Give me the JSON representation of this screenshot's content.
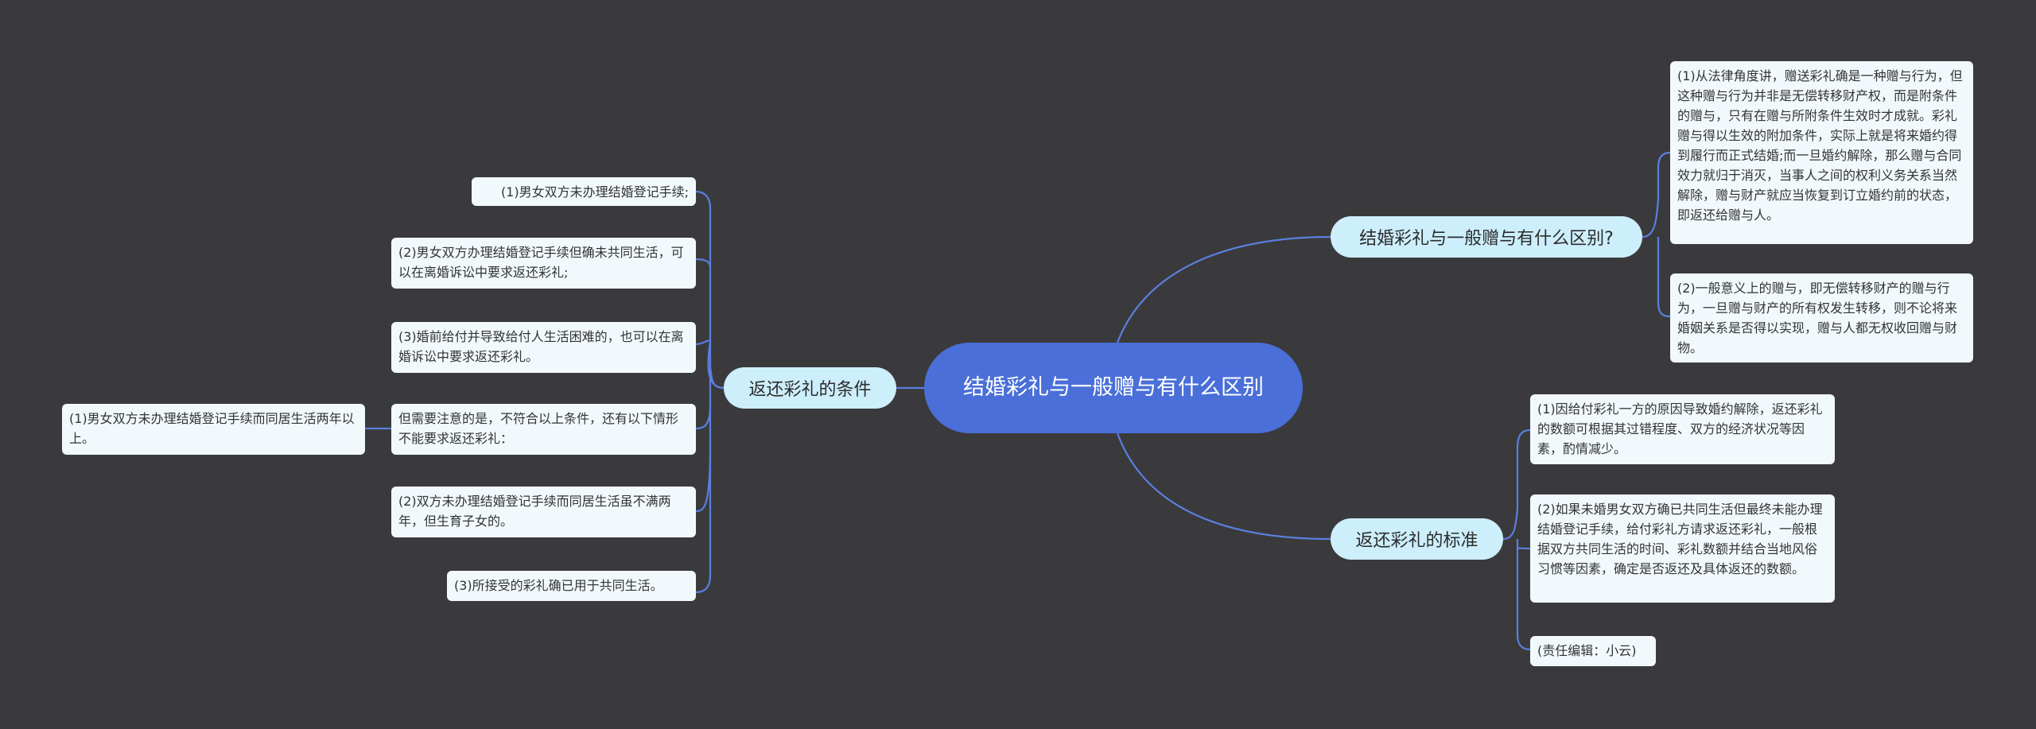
{
  "root": {
    "title": "结婚彩礼与一般赠与有什么区别"
  },
  "branches": {
    "left": {
      "label": "返还彩礼的条件",
      "items": [
        {
          "text": "(1)男女双方未办理结婚登记手续;"
        },
        {
          "text": "(2)男女双方办理结婚登记手续但确未共同生活，可以在离婚诉讼中要求返还彩礼;"
        },
        {
          "text": "(3)婚前给付并导致给付人生活困难的，也可以在离婚诉讼中要求返还彩礼。"
        },
        {
          "text": "但需要注意的是，不符合以上条件，还有以下情形不能要求返还彩礼：",
          "child": "(1)男女双方未办理结婚登记手续而同居生活两年以上。"
        },
        {
          "text": "(2)双方未办理结婚登记手续而同居生活虽不满两年，但生育子女的。"
        },
        {
          "text": "(3)所接受的彩礼确已用于共同生活。"
        }
      ]
    },
    "right_top": {
      "label": "结婚彩礼与一般赠与有什么区别?",
      "items": [
        {
          "text": "(1)从法律角度讲，赠送彩礼确是一种赠与行为，但这种赠与行为并非是无偿转移财产权，而是附条件的赠与，只有在赠与所附条件生效时才成就。彩礼赠与得以生效的附加条件，实际上就是将来婚约得到履行而正式结婚;而一旦婚约解除，那么赠与合同效力就归于消灭，当事人之间的权利义务关系当然解除，赠与财产就应当恢复到订立婚约前的状态，即返还给赠与人。"
        },
        {
          "text": "(2)一般意义上的赠与，即无偿转移财产的赠与行为，一旦赠与财产的所有权发生转移，则不论将来婚姻关系是否得以实现，赠与人都无权收回赠与财物。"
        }
      ]
    },
    "right_bottom": {
      "label": "返还彩礼的标准",
      "items": [
        {
          "text": "(1)因给付彩礼一方的原因导致婚约解除，返还彩礼的数额可根据其过错程度、双方的经济状况等因素，酌情减少。"
        },
        {
          "text": "(2)如果未婚男女双方确已共同生活但最终未能办理结婚登记手续，给付彩礼方请求返还彩礼，一般根据双方共同生活的时间、彩礼数额并结合当地风俗习惯等因素，确定是否返还及具体返还的数额。"
        },
        {
          "text": "(责任编辑：小云)"
        }
      ]
    }
  },
  "colors": {
    "background": "#3a3a3c",
    "root": "#4a6fd8",
    "branch": "#cdeefb",
    "leaf": "#f2f9fc",
    "edge": "#5b7fe0"
  }
}
